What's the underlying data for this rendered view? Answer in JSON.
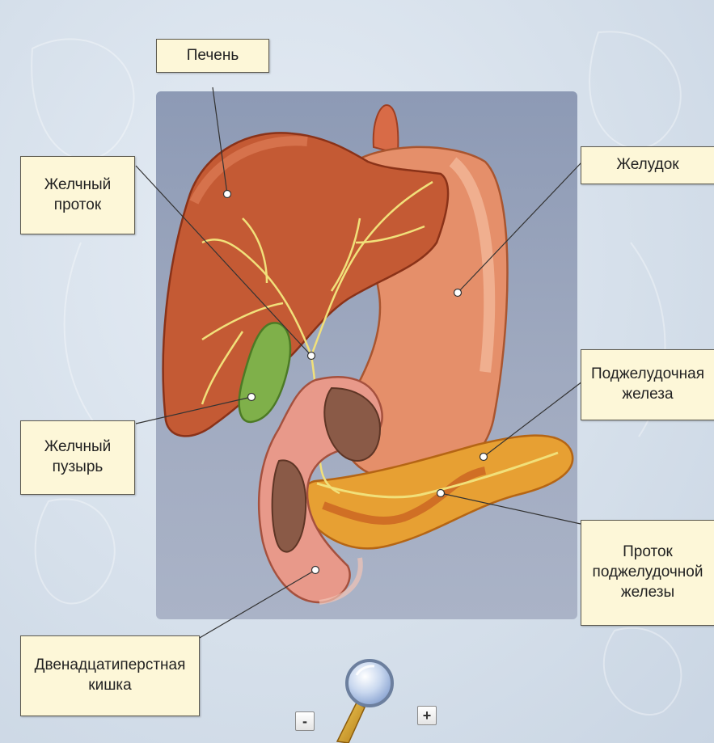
{
  "labels": {
    "liver": "Печень",
    "bile_duct": "Желчный\nпроток",
    "stomach": "Желудок",
    "pancreas": "Поджелудочная\nжелеза",
    "gallbladder": "Желчный\nпузырь",
    "pancreatic_duct": "Проток\nподжелудочной\nжелезы",
    "duodenum": "Двенадцатиперстная\nкишка"
  },
  "zoom": {
    "minus_label": "-",
    "plus_label": "+"
  },
  "icons": {
    "magnifier": "magnifier-icon"
  },
  "colors": {
    "label_bg": "#fdf7d8",
    "panel": "#97a3bb",
    "liver": "#c45a34",
    "stomach": "#e58f6a",
    "pancreas": "#e59a2c",
    "gallbladder": "#7fb04a",
    "duct": "#f1e07a"
  }
}
